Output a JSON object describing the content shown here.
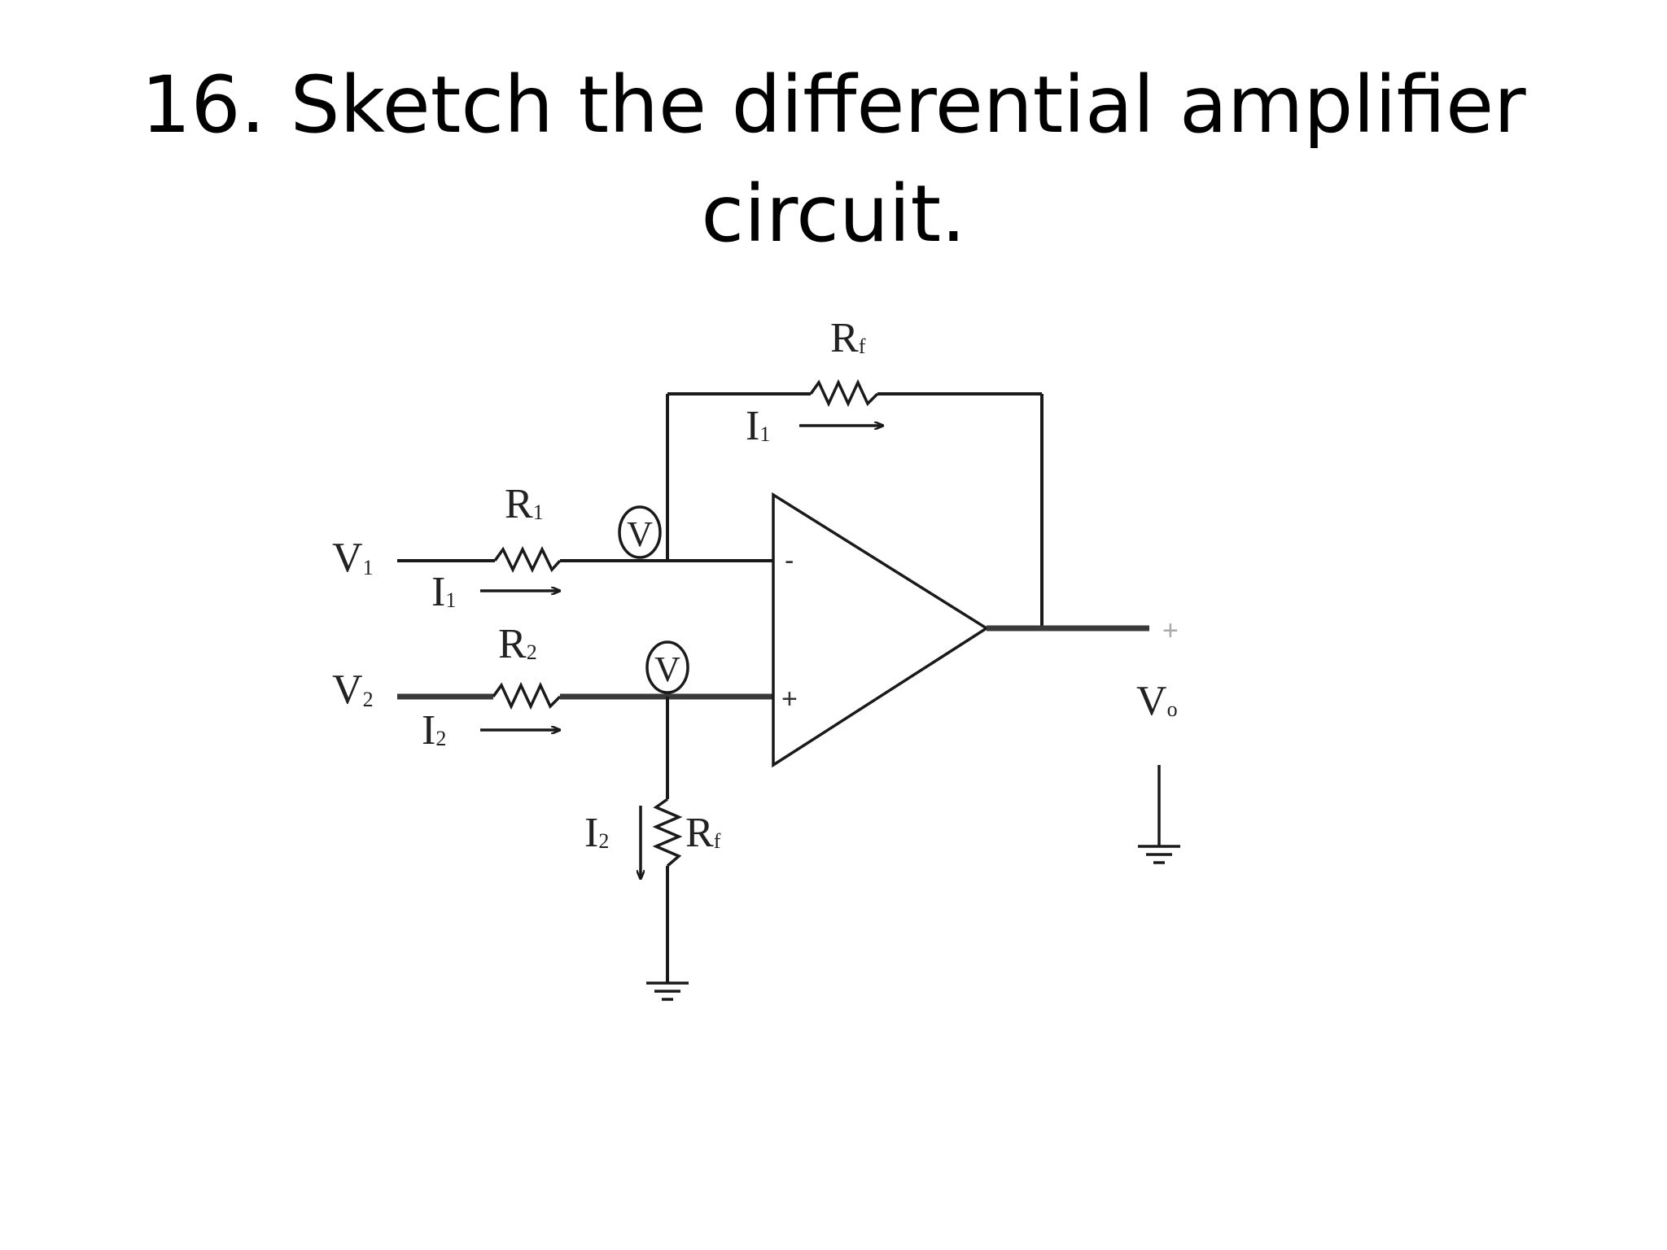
{
  "title": {
    "line1": "16. Sketch the differential amplifier",
    "line2": "circuit."
  },
  "diagram": {
    "inputs": [
      {
        "label": "V",
        "sub": "1"
      },
      {
        "label": "V",
        "sub": "2"
      }
    ],
    "resistors": {
      "r1": {
        "label": "R",
        "sub": "1"
      },
      "r2": {
        "label": "R",
        "sub": "2"
      },
      "rf_feedback": {
        "label": "R",
        "sub": "f"
      },
      "rf_ground": {
        "label": "R",
        "sub": "f"
      }
    },
    "currents": {
      "i1_input": {
        "label": "I",
        "sub": "1"
      },
      "i2_input": {
        "label": "I",
        "sub": "2"
      },
      "i1_feedback": {
        "label": "I",
        "sub": "1"
      },
      "i2_ground": {
        "label": "I",
        "sub": "2"
      }
    },
    "meters": {
      "meter_inverting": "V",
      "meter_noninverting": "V"
    },
    "opamp": {
      "inverting_sign": "-",
      "noninverting_sign": "+"
    },
    "output": {
      "plus_sign": "+",
      "label": "V",
      "sub": "o"
    },
    "icons": [
      "resistor-icon",
      "voltmeter-icon",
      "opamp-icon",
      "ground-icon",
      "arrow-icon"
    ]
  }
}
